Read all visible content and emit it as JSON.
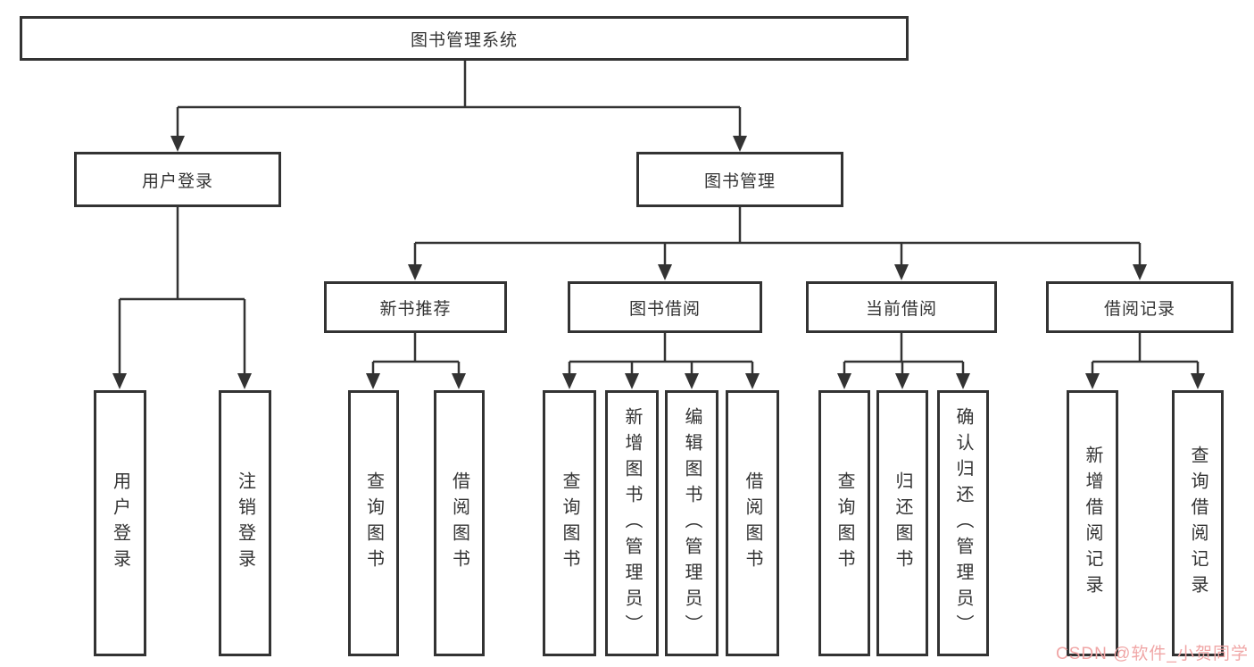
{
  "diagram_type": "hierarchy-chart",
  "tree": {
    "label": "图书管理系统",
    "children": [
      {
        "label": "用户登录",
        "children": [
          {
            "label": "用户登录"
          },
          {
            "label": "注销登录"
          }
        ]
      },
      {
        "label": "图书管理",
        "children": [
          {
            "label": "新书推荐",
            "children": [
              {
                "label": "查询图书"
              },
              {
                "label": "借阅图书"
              }
            ]
          },
          {
            "label": "图书借阅",
            "children": [
              {
                "label": "查询图书"
              },
              {
                "label": "新增图书（管理员）"
              },
              {
                "label": "编辑图书（管理员）"
              },
              {
                "label": "借阅图书"
              }
            ]
          },
          {
            "label": "当前借阅",
            "children": [
              {
                "label": "查询图书"
              },
              {
                "label": "归还图书"
              },
              {
                "label": "确认归还（管理员）"
              }
            ]
          },
          {
            "label": "借阅记录",
            "children": [
              {
                "label": "新增借阅记录"
              },
              {
                "label": "查询借阅记录"
              }
            ]
          }
        ]
      }
    ]
  },
  "watermark": {
    "text": "CSDN @软件_小贺同学"
  },
  "colors": {
    "line": "#333333",
    "box_border": "#333333",
    "text": "#333333",
    "background": "#ffffff",
    "watermark": "#f0a6a6"
  }
}
